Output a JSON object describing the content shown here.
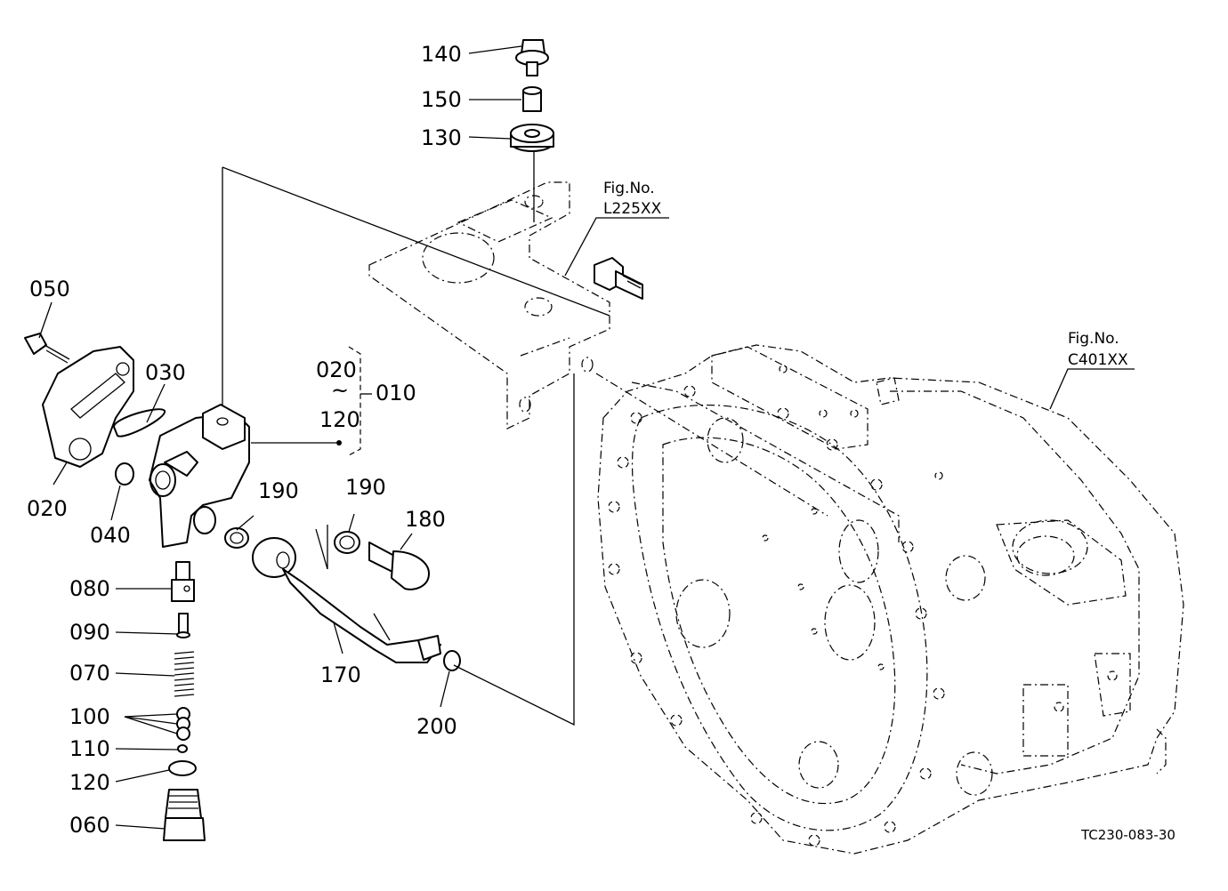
{
  "callouts": {
    "p140": "140",
    "p150": "150",
    "p130": "130",
    "p050": "050",
    "p030": "030",
    "p020_top": "020",
    "tilde": "~",
    "p120_range": "120",
    "p010": "010",
    "p020": "020",
    "p040": "040",
    "p190_a": "190",
    "p190_b": "190",
    "p180": "180",
    "p080": "080",
    "p090": "090",
    "p070": "070",
    "p100": "100",
    "p110": "110",
    "p120": "120",
    "p060": "060",
    "p170": "170",
    "p200": "200"
  },
  "references": {
    "fig_a_label": "Fig.No.",
    "fig_a_number": "L225XX",
    "fig_b_label": "Fig.No.",
    "fig_b_number": "C401XX"
  },
  "drawing_code": "TC230-083-30"
}
